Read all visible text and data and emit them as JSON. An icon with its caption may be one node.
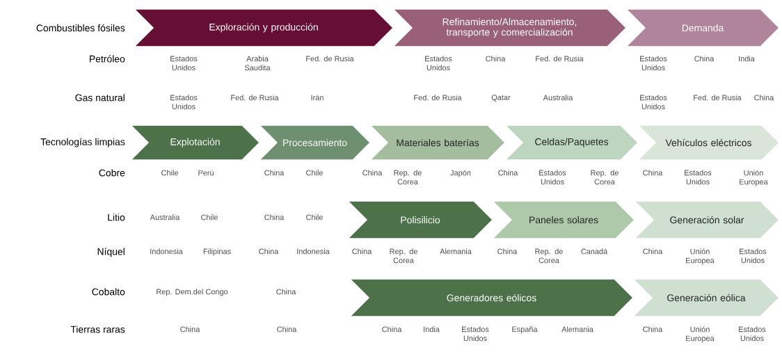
{
  "diagram": {
    "nodes": [
      {
        "text": [
          "Exploración y producción"
        ]
      },
      {
        "text": [
          "Refinamiento/Almacenamiento, transporte y comercialización"
        ]
      },
      {
        "text": [
          "Demanda"
        ]
      },
      {
        "text": [
          "Explotación"
        ]
      },
      {
        "text": [
          "Procesamiento"
        ]
      },
      {
        "text": [
          "Materiales baterías"
        ]
      },
      {
        "text": [
          "Celdas/Paquetes"
        ]
      },
      {
        "text": [
          "Vehículos eléctricos"
        ]
      },
      {
        "text": [
          "Polisilicio"
        ]
      },
      {
        "text": [
          "Paneles solares"
        ]
      },
      {
        "text": [
          "Generación solar"
        ]
      },
      {
        "text": [
          "Generadores eólicos"
        ]
      },
      {
        "text": [
          "Generación eólica"
        ]
      }
    ],
    "labels": [
      "Combustibles fósiles",
      "Petróleo",
      "Estados Unidos",
      "Arabia Saudita",
      "Fed. de Rusia",
      "Estados Unidos",
      "China",
      "Fed. de Rusia",
      "Estados Unidos",
      "China",
      "India",
      "Gas natural",
      "Estados Unidos",
      "Fed. de Rusia",
      "Irán",
      "Fed. de Rusia",
      "Qatar",
      "Australia",
      "Estados Unidos",
      "Fed. de Rusia",
      "China",
      "Tecnologías limpias",
      "Cobre",
      "Chile",
      "Perú",
      "China",
      "Chile",
      "China",
      "Rep. de Corea",
      "Japón",
      "China",
      "Estados Unidos",
      "Rep. de Corea",
      "China",
      "Estados Unidos",
      "Unión Europea",
      "Litio",
      "Australia",
      "Chile",
      "China",
      "Chile",
      "Níquel",
      "Indonesia",
      "Filipinas",
      "China",
      "Indonesia",
      "China",
      "Rep. de Corea",
      "Alemania",
      "China",
      "Rep. de Corea",
      "Canadá",
      "China",
      "Unión Europea",
      "Estados Unidos",
      "Cobalto",
      "Rep. Dem.del Congo",
      "China",
      "Tierras raras",
      "China",
      "China",
      "China",
      "India",
      "Estados Unidos",
      "España",
      "Alemania",
      "China",
      "Unión Europea",
      "Estados Unidos"
    ]
  }
}
